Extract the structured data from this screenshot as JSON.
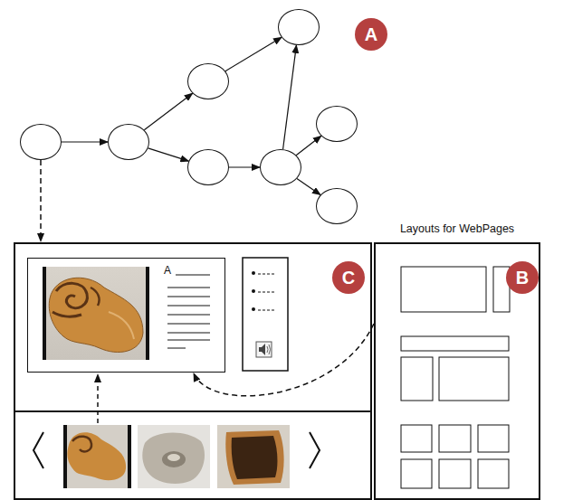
{
  "diagram": {
    "nodes": [
      {
        "text": []
      },
      {
        "text": []
      },
      {
        "text": []
      },
      {
        "text": []
      },
      {
        "text": []
      },
      {
        "text": []
      },
      {
        "text": []
      },
      {
        "text": []
      },
      {
        "text": []
      },
      {
        "text": [
          "A"
        ],
        "in": 8
      },
      {
        "text": [
          "Layouts for WebPages"
        ]
      }
    ],
    "edges": [
      {
        "from": 0,
        "to": 1,
        "arrow": "to"
      },
      {
        "from": 1,
        "to": 2,
        "arrow": "to"
      },
      {
        "from": 2,
        "to": 3,
        "arrow": "to"
      },
      {
        "from": 1,
        "to": 4,
        "arrow": "to"
      },
      {
        "from": 4,
        "to": 5,
        "arrow": "to"
      },
      {
        "from": 5,
        "to": 3,
        "arrow": "to"
      },
      {
        "from": 5,
        "to": 6,
        "arrow": "to"
      },
      {
        "from": 5,
        "to": 7,
        "arrow": "to"
      },
      {
        "from": 0,
        "to": 8,
        "arrow": "to"
      },
      {
        "from": 10,
        "to": 9,
        "arrow": "to"
      }
    ],
    "labels": [
      "A",
      "C",
      "B"
    ]
  }
}
